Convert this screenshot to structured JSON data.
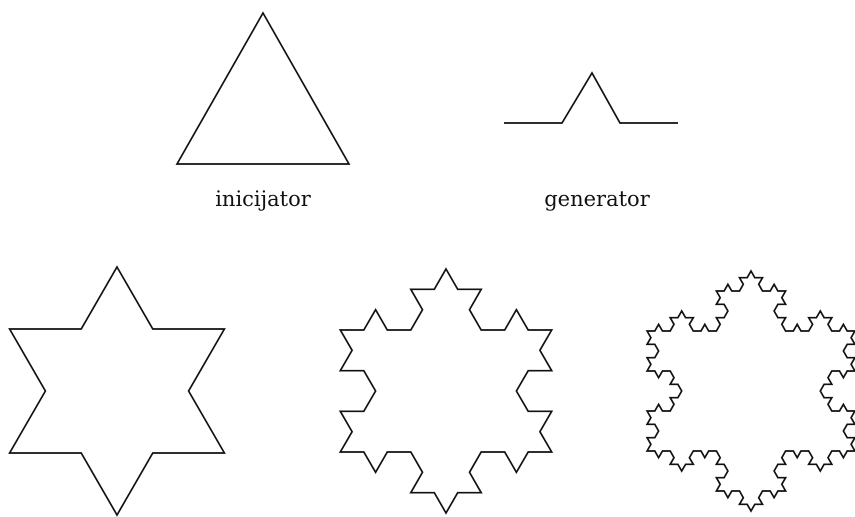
{
  "labels": {
    "initiator": "inicijator",
    "generator": "generator"
  },
  "diagram": {
    "stroke_color": "#111111",
    "background_color": "#ffffff",
    "koch_iterations_shown": [
      1,
      2,
      3
    ]
  }
}
